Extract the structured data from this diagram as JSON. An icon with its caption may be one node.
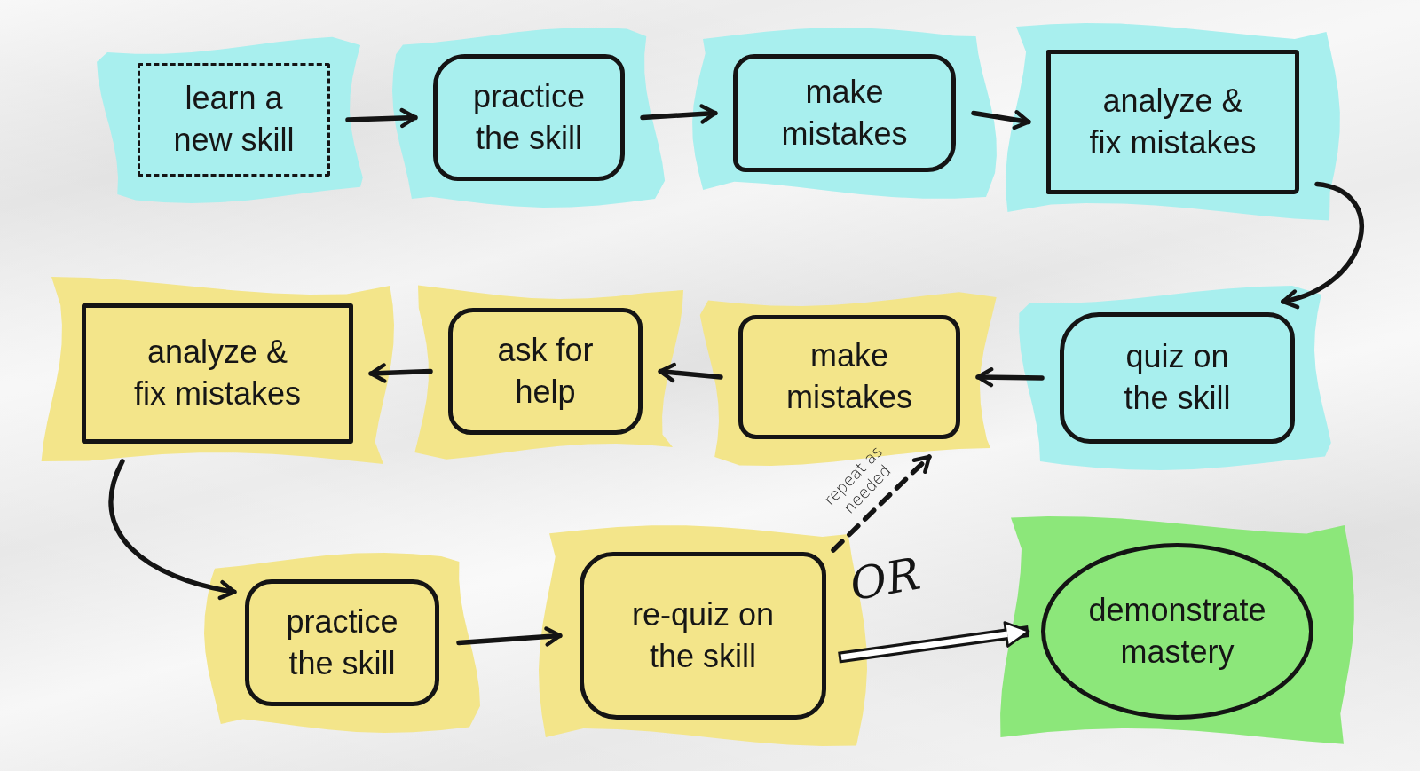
{
  "diagram": {
    "nodes": [
      {
        "text": [
          "learn a new skill"
        ]
      },
      {
        "text": [
          "practice the skill"
        ]
      },
      {
        "text": [
          "make mistakes"
        ]
      },
      {
        "text": [
          "analyze & fix mistakes"
        ]
      },
      {
        "text": [
          "analyze & fix mistakes"
        ]
      },
      {
        "text": [
          "ask for help"
        ]
      },
      {
        "text": [
          "make mistakes"
        ]
      },
      {
        "text": [
          "quiz on the skill"
        ]
      },
      {
        "text": [
          "practice the skill"
        ]
      },
      {
        "text": [
          "re-quiz on the skill"
        ]
      },
      {
        "text": [
          "demonstrate mastery"
        ]
      }
    ],
    "edges": [
      {
        "from": 0,
        "to": 1,
        "arrow": "to"
      },
      {
        "from": 1,
        "to": 2,
        "arrow": "to"
      },
      {
        "from": 2,
        "to": 3,
        "arrow": "to"
      },
      {
        "from": 3,
        "to": 7,
        "arrow": "to"
      },
      {
        "from": 7,
        "to": 6,
        "arrow": "to"
      },
      {
        "from": 6,
        "to": 5,
        "arrow": "to"
      },
      {
        "from": 5,
        "to": 4,
        "arrow": "to"
      },
      {
        "from": 4,
        "to": 8,
        "arrow": "to"
      },
      {
        "from": 8,
        "to": 9,
        "arrow": "to"
      },
      {
        "from": 9,
        "to": 6,
        "arrow": "to",
        "label": "repeat as needed",
        "style": "dashed"
      },
      {
        "from": 9,
        "to": 10,
        "arrow": "to",
        "style": "thick"
      }
    ],
    "labels": [
      "OR"
    ]
  }
}
